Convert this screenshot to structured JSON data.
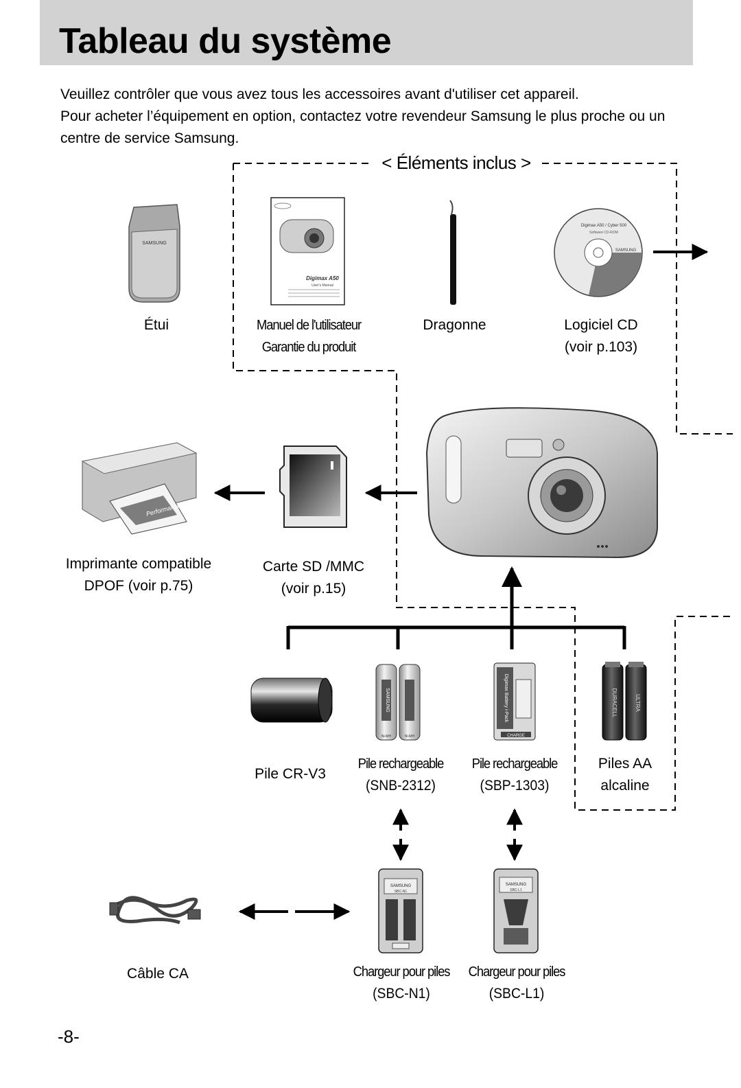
{
  "title": "Tableau du système",
  "intro": {
    "line1": "Veuillez contrôler que vous avez tous les accessoires avant d'utiliser cet appareil.",
    "line2": "Pour acheter l’équipement en option, contactez votre revendeur Samsung le plus proche ou un centre de service Samsung."
  },
  "included_section": "< Éléments inclus >",
  "included_items": [
    {
      "name": "Étui"
    },
    {
      "name": "Manuel de l'utilisateur",
      "name2": "Garantie du produit"
    },
    {
      "name": "Dragonne"
    },
    {
      "name": "Logiciel CD",
      "ref": "(voir p.103)"
    }
  ],
  "printer": {
    "line1": "Imprimante compatible",
    "line2": "DPOF (voir p.75)"
  },
  "sd_card": {
    "line1": "Carte SD /MMC",
    "line2": "(voir p.15)"
  },
  "batteries": [
    {
      "line1": "Pile CR-V3",
      "line2": ""
    },
    {
      "line1": "Pile rechargeable",
      "line2": "(SNB-2312)"
    },
    {
      "line1": "Pile rechargeable",
      "line2": "(SBP-1303)"
    },
    {
      "line1": "Piles AA",
      "line2": "alcaline"
    }
  ],
  "ac_cable": "Câble CA",
  "chargers": [
    {
      "line1": "Chargeur pour piles",
      "line2": "(SBC-N1)"
    },
    {
      "line1": "Chargeur pour piles",
      "line2": "(SBC-L1)"
    }
  ],
  "illustration_text": {
    "brand": "SAMSUNG",
    "manual_model": "Digimax A50",
    "manual_subtitle": "User's Manual",
    "cd_title": "Digimax A50 / Cyber 500",
    "cd_sub": "Software CD-ROM",
    "printer_paper": "Performance",
    "nimh_cell": "Ni-MH",
    "battery_pack_text": "Digimax Battery i-Pack",
    "battery_pack_charge": "CHARGE",
    "aa_brand": "DURACELL",
    "aa_sub": "ULTRA",
    "charger1_model": "SBC-N1",
    "charger2_model": "SBC-L1"
  },
  "page_number": "-8-"
}
